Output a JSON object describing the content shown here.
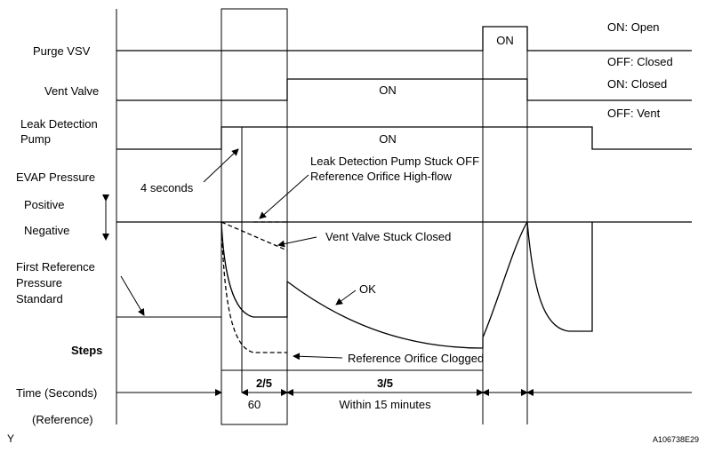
{
  "signals": {
    "purge_vsv": "Purge VSV",
    "vent_valve": "Vent Valve",
    "leak_pump_line1": "Leak Detection",
    "leak_pump_line2": "Pump",
    "evap_pressure": "EVAP Pressure",
    "positive": "Positive",
    "negative": "Negative",
    "first_ref_line1": "First Reference",
    "first_ref_line2": "Pressure",
    "first_ref_line3": "Standard",
    "steps": "Steps",
    "time": "Time (Seconds)",
    "reference": "(Reference)"
  },
  "states": {
    "purge_on_open": "ON: Open",
    "purge_off_closed": "OFF: Closed",
    "vent_on_closed": "ON: Closed",
    "vent_off_vent": "OFF: Vent",
    "purge_on": "ON",
    "vent_on": "ON",
    "pump_on": "ON"
  },
  "annotations": {
    "four_seconds": "4 seconds",
    "stuck_off_line1": "Leak Detection Pump Stuck OFF",
    "stuck_off_line2": "Reference Orifice High-flow",
    "vent_stuck_closed": "Vent Valve Stuck Closed",
    "ok": "OK",
    "orifice_clogged": "Reference Orifice Clogged"
  },
  "steps": {
    "step1": "2/5",
    "step2": "3/5",
    "duration1": "60",
    "duration2": "Within 15 minutes"
  },
  "footer": {
    "left_mark": "Y",
    "figure_id": "A106738E29"
  }
}
